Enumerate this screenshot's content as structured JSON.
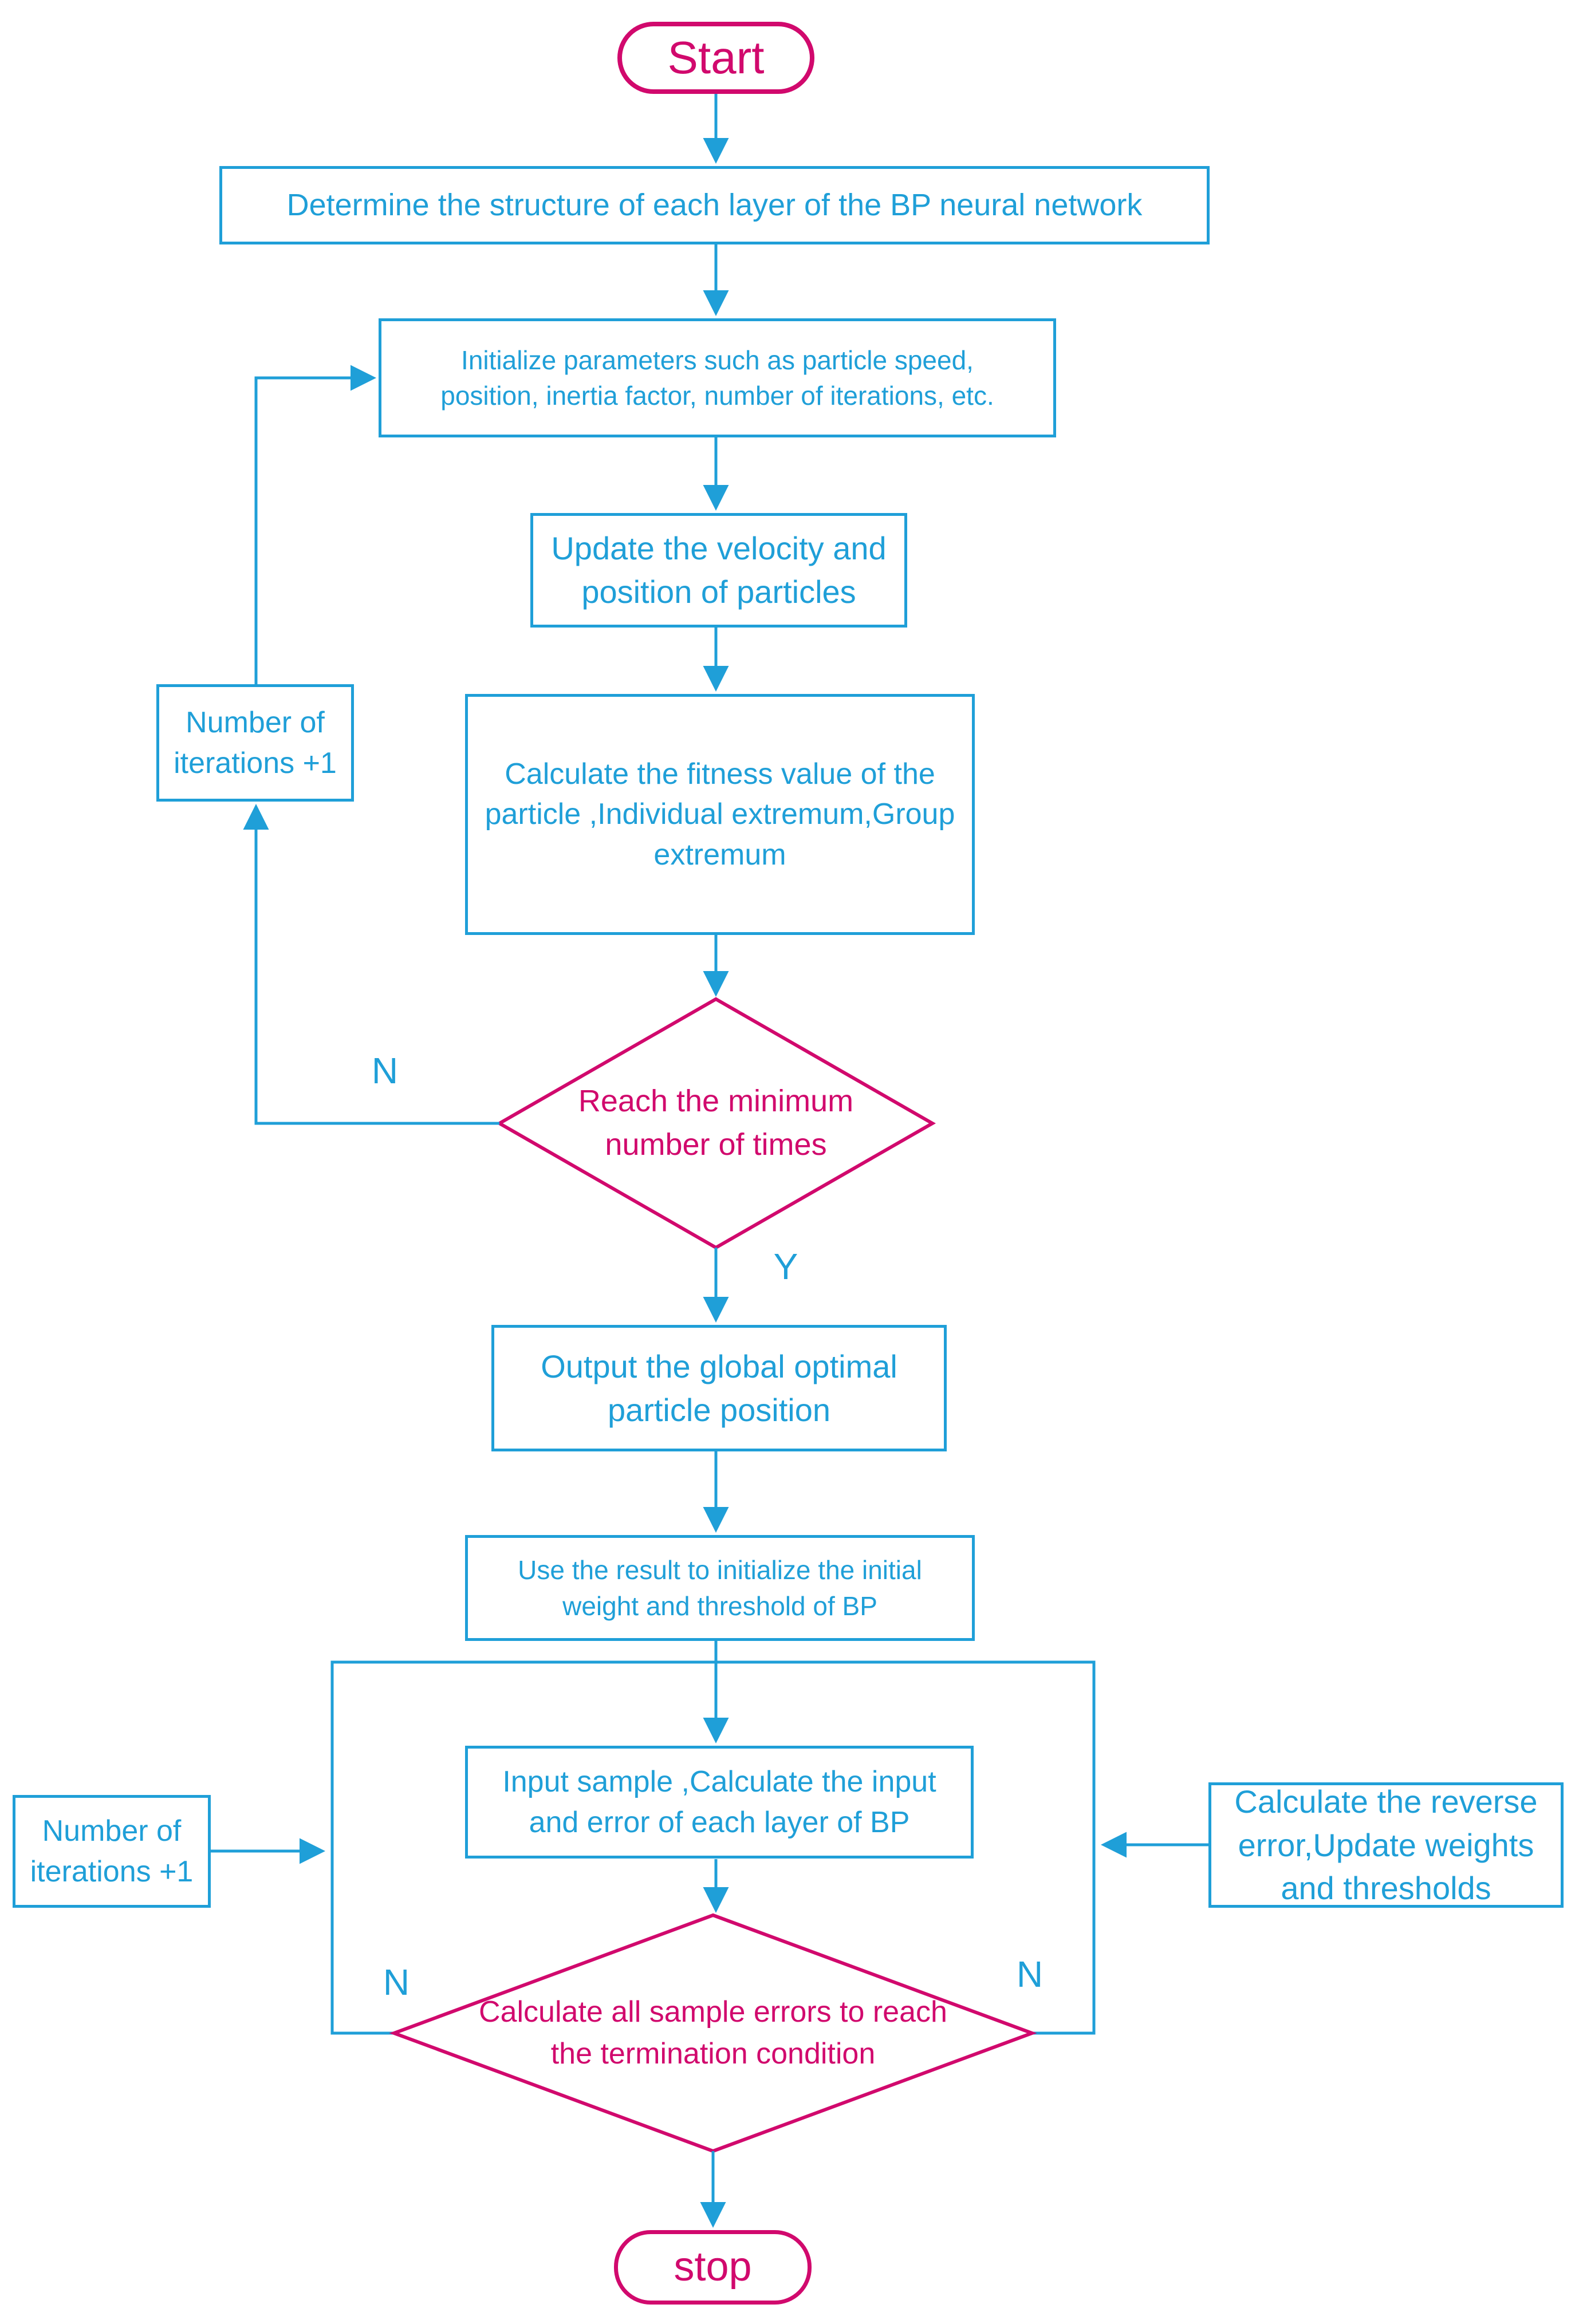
{
  "flowchart": {
    "colors": {
      "process_blue": "#1f9fd8",
      "decision_magenta": "#d1096d",
      "background": "#ffffff"
    },
    "nodes": {
      "start": {
        "label": "Start"
      },
      "determine_structure": {
        "label": "Determine the structure of each layer of the BP neural network"
      },
      "initialize_params": {
        "lines": [
          "Initialize parameters such as particle speed,",
          "position, inertia factor, number of iterations, etc."
        ]
      },
      "update_velocity": {
        "lines": [
          "Update the velocity and",
          "position of particles"
        ]
      },
      "calc_fitness": {
        "lines": [
          "Calculate the fitness value of the",
          "particle ,Individual extremum,Group",
          "extremum"
        ]
      },
      "iterations_plus_one_pso": {
        "lines": [
          "Number of",
          "iterations +1"
        ]
      },
      "reach_minimum_decision": {
        "lines": [
          "Reach the minimum",
          "number of times"
        ]
      },
      "output_global_optimal": {
        "lines": [
          "Output the global optimal",
          "particle position"
        ]
      },
      "use_result_initialize": {
        "lines": [
          "Use the result to initialize the initial",
          "weight and threshold of BP"
        ]
      },
      "input_sample": {
        "lines": [
          "Input sample ,Calculate the input",
          "and error of each layer of BP"
        ]
      },
      "iterations_plus_one_bp": {
        "lines": [
          "Number of",
          "iterations +1"
        ]
      },
      "reverse_error": {
        "lines": [
          "Calculate the reverse",
          "error,Update weights",
          "and thresholds"
        ]
      },
      "termination_decision": {
        "lines": [
          "Calculate all sample errors to reach",
          "the termination condition"
        ]
      },
      "stop": {
        "label": "stop"
      }
    },
    "edge_labels": {
      "reach_minimum_no": "N",
      "reach_minimum_yes": "Y",
      "termination_no_left": "N",
      "termination_no_right": "N"
    }
  }
}
